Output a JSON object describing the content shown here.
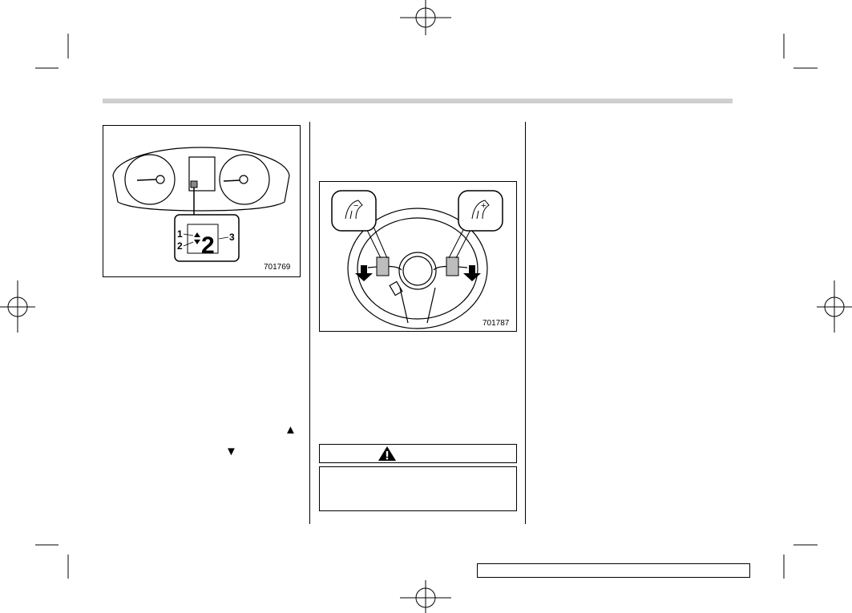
{
  "figures": {
    "cluster": {
      "code": "701769",
      "callouts": [
        "1",
        "2",
        "3"
      ],
      "gear_display": "2"
    },
    "paddles": {
      "code": "701787",
      "left_paddle_symbol": "−",
      "right_paddle_symbol": "+"
    }
  },
  "glyphs": {
    "up_arrow": "▲",
    "down_arrow": "▼"
  },
  "warning": {
    "icon": "warning-triangle-icon"
  }
}
